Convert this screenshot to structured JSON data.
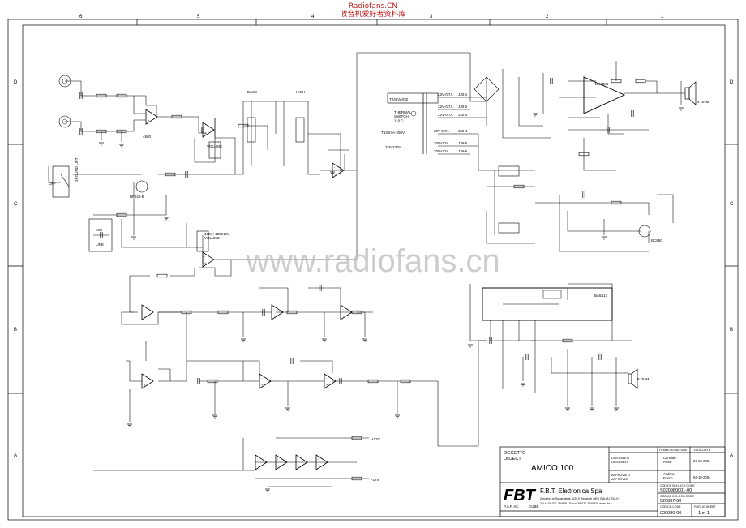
{
  "watermark_header": {
    "line1": "Radiofans.CN",
    "line2": "收音机爱好者资料库"
  },
  "watermark_center": "www.radiofans.cn",
  "frame": {
    "columns": [
      "6",
      "5",
      "4",
      "3",
      "2",
      "1"
    ],
    "rows": [
      "D",
      "C",
      "B",
      "A"
    ]
  },
  "labels": {
    "bass": "BASS",
    "high": "HIGH",
    "volume": "VOLUME",
    "hi_line_volume": "100K+100KLIN\nVOLUME",
    "mic": "MIC",
    "line": "LINE",
    "ground_lift": "GROUND LIFT",
    "off": "OFF",
    "thermal_switch": "THERMAL\nSWITCH\n110 C",
    "transformer": "T045VA/CE",
    "mains1": "T630mA-250V",
    "mains2": "220-230V",
    "lm3886": "LM3886",
    "ba5417": "BA5417",
    "bc850": "BC850",
    "bf245": "BF245-B",
    "ohm4": "4 OHM",
    "ohm8": "8 OHM",
    "ic_4580": "4580",
    "plus12": "+12V",
    "minus12": "-12V"
  },
  "secondaries": [
    "22V-0.7A",
    "22V-0.7A",
    "22V-0.7A",
    "20V-0.7A",
    "20V-0.7A",
    "20V-0.7A"
  ],
  "jumpers": [
    "J30-1",
    "J30-2",
    "J30-3",
    "J36-4",
    "J36-5",
    "J36-6"
  ],
  "title_block": {
    "oggetto": "OGGETTO",
    "object": "OBJECT",
    "product": "AMICO 100",
    "firma_header": "FIRMA SIGNATURE",
    "data_header": "DATA DATE",
    "disegnato": "DISEGNATO",
    "designed": "DESIGNED",
    "designer": "Candido\nRossi",
    "designed_date": "04-10-2004",
    "approvato": "APPROVATO",
    "approved": "APPROVED",
    "approver": "Andrea\nFusco",
    "approved_date": "04-10-2004",
    "codice_sch": "CODICE SCH-SCH CODE",
    "sch_code": "S020980001-00",
    "codice_pcb": "CODICE C.S.-PCB CODE",
    "pcb_code": "020867-00",
    "codice_cfm": "CODICE-CODE",
    "foglio": "FOGLIO-SHEET",
    "cfm_code": "020980-00",
    "sheet": "1 of 1",
    "brand": "FBT",
    "company": "F.B.T. Elettronica Spa",
    "address": "Zona Ind.le Squartabue-62019 Recanati (MC) ITALIA (ITALY)",
    "phone": "Tel.++39 071 750591 -Fax++39 071 7505920 www.fbt.it",
    "paf": "P.A.F. AC",
    "cube": "CUBE"
  }
}
